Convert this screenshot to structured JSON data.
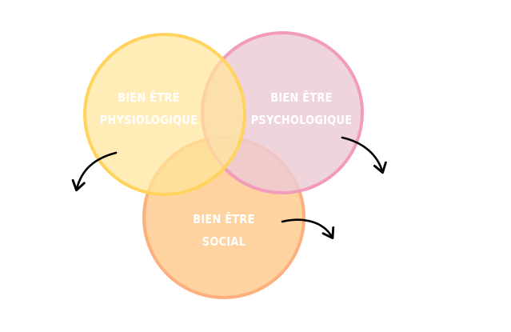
{
  "circles": [
    {
      "id": "physiologique",
      "line1": "BIEN ÊTRE",
      "line2": "PHYSIOLOGIQUE",
      "fill": "#ffe49a",
      "stroke": "#ffd35c"
    },
    {
      "id": "psychologique",
      "line1": "BIEN ÊTRE",
      "line2": "PSYCHOLOGIQUE",
      "fill": "#eccbd4",
      "stroke": "#f29bba"
    },
    {
      "id": "social",
      "line1": "BIEN ÊTRE",
      "line2": "SOCIAL",
      "fill": "#ffc98a",
      "stroke": "#fdb07e"
    }
  ],
  "arrow_color": "#000000",
  "label_color": "#ffffff"
}
